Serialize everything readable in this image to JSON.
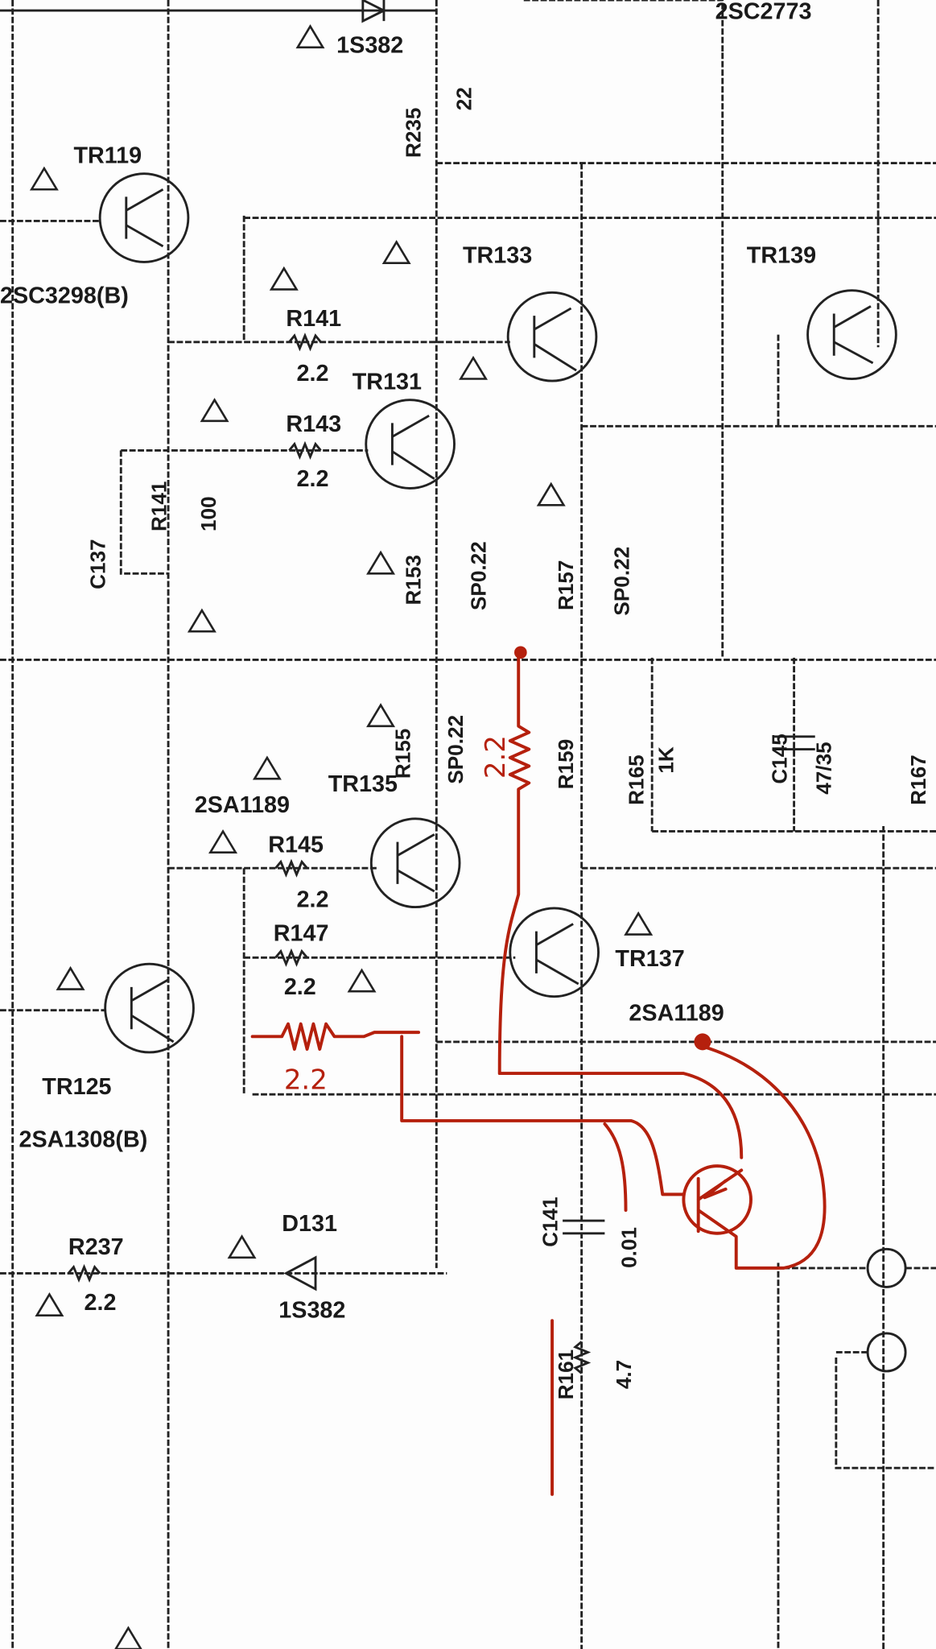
{
  "diagram": {
    "labels": [
      "1S382",
      "R235",
      "22",
      "2SC2773",
      "TR119",
      "2SC3298(B)",
      "TR133",
      "TR139",
      "R141",
      "2.2",
      "TR131",
      "R143",
      "2.2",
      "C137",
      "R141",
      "100",
      "R153",
      "SP0.22",
      "R157",
      "SP0.22",
      "R155",
      "SP0.22",
      "R159",
      "R165",
      "1K",
      "C145",
      "47/35",
      "R167",
      "2SA1189",
      "TR135",
      "R145",
      "2.2",
      "R147",
      "2.2",
      "TR137",
      "2SA1189",
      "TR125",
      "2SA1308(B)",
      "R237",
      "2.2",
      "D131",
      "1S382",
      "C141",
      "0.01",
      "R161",
      "4.7"
    ],
    "annotations": [
      "2.2",
      "2.2"
    ],
    "colors": {
      "ink": "#222222",
      "annotation": "#b5200d"
    }
  }
}
